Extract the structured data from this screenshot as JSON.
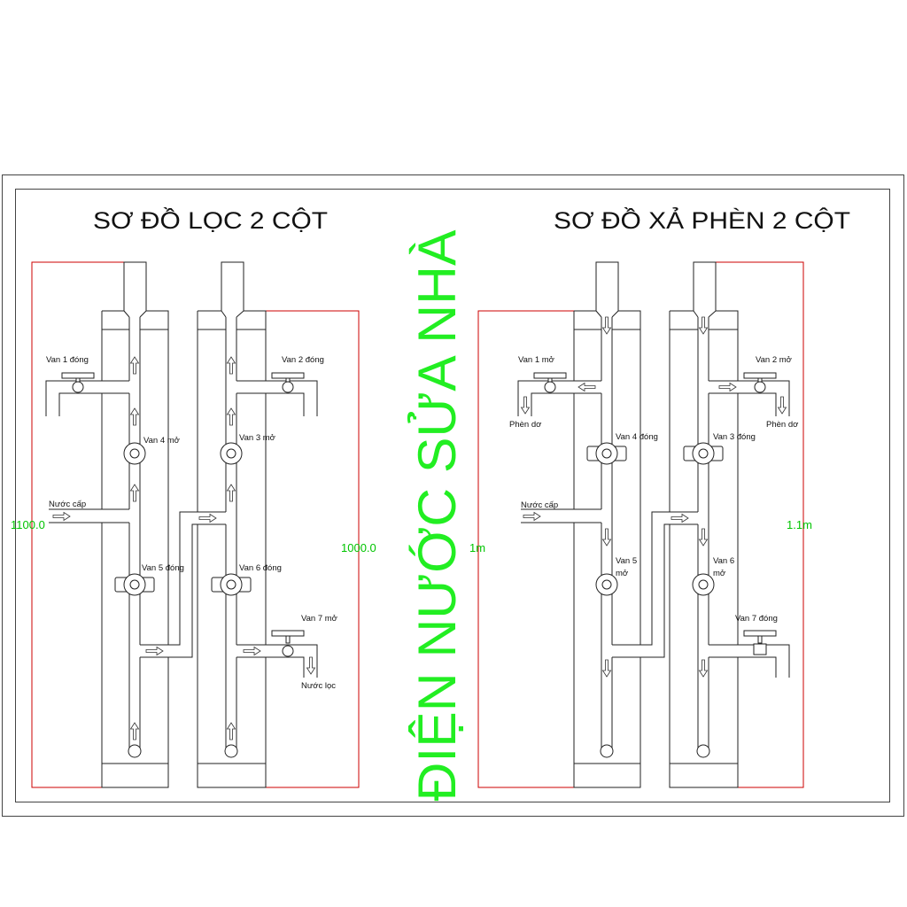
{
  "diagram": {
    "title_left": "SƠ ĐỒ LỌC 2 CỘT",
    "title_right": "SƠ ĐỒ XẢ PHÈN 2 CỘT",
    "watermark": "ĐIỆN NƯỚC SỬA NHÀ",
    "dimensions": {
      "left_outer": "1100.0",
      "left_inner": "1000.0",
      "right_inner": "1m",
      "right_outer": "1.1m"
    },
    "filter": {
      "valve_1": "Van 1 đóng",
      "valve_2": "Van 2 đóng",
      "valve_3": "Van 3 mở",
      "valve_4": "Van 4 mở",
      "valve_5": "Van 5 đóng",
      "valve_6": "Van 6 đóng",
      "valve_7": "Van 7 mở",
      "inlet": "Nước cấp",
      "outlet": "Nước lọc"
    },
    "backwash": {
      "valve_1": "Van 1 mở",
      "valve_2": "Van 2 mở",
      "valve_3": "Van 3 đóng",
      "valve_4": "Van 4 đóng",
      "valve_5_line1": "Van 5",
      "valve_5_line2": "mở",
      "valve_6_line1": "Van 6",
      "valve_6_line2": "mở",
      "valve_7": "Van 7 đóng",
      "inlet": "Nước cấp",
      "drain_1": "Phèn dơ",
      "drain_2": "Phèn dơ"
    },
    "colors": {
      "line": "#222222",
      "frame": "#444444",
      "border": "#cc0000",
      "dimension": "#00c400",
      "watermark": "#22ee22"
    }
  }
}
